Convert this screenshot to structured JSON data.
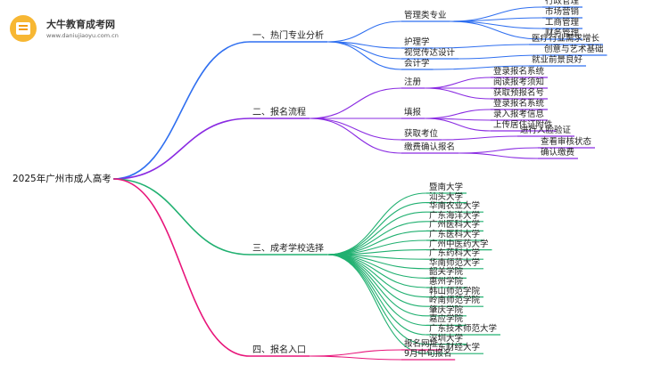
{
  "brand": {
    "name": "大牛教育成考网",
    "url": "www.daniujiaoyu.com.cn"
  },
  "mindmap": {
    "root": "2025年广州市成人高考",
    "colors": {
      "blue": "#2f6ff0",
      "purple": "#8a2be2",
      "green": "#20b070",
      "pink": "#e8157a"
    },
    "nodes": [
      {
        "id": "b1",
        "text": "一、热门专业分析",
        "parent": "root",
        "color": "blue"
      },
      {
        "id": "b1a",
        "text": "管理类专业",
        "parent": "b1",
        "color": "blue"
      },
      {
        "id": "b1a1",
        "text": "行政管理",
        "parent": "b1a",
        "color": "blue"
      },
      {
        "id": "b1a2",
        "text": "市场营销",
        "parent": "b1a",
        "color": "blue"
      },
      {
        "id": "b1a3",
        "text": "工商管理",
        "parent": "b1a",
        "color": "blue"
      },
      {
        "id": "b1a4",
        "text": "财务管理",
        "parent": "b1a",
        "color": "blue"
      },
      {
        "id": "b1b",
        "text": "护理学",
        "parent": "b1",
        "color": "blue"
      },
      {
        "id": "b1b1",
        "text": "医疗行业需求增长",
        "parent": "b1b",
        "color": "blue"
      },
      {
        "id": "b1c",
        "text": "视觉传达设计",
        "parent": "b1",
        "color": "blue"
      },
      {
        "id": "b1c1",
        "text": "创意与艺术基础",
        "parent": "b1c",
        "color": "blue"
      },
      {
        "id": "b1d",
        "text": "会计学",
        "parent": "b1",
        "color": "blue"
      },
      {
        "id": "b1d1",
        "text": "就业前景良好",
        "parent": "b1d",
        "color": "blue"
      },
      {
        "id": "b2",
        "text": "二、报名流程",
        "parent": "root",
        "color": "purple"
      },
      {
        "id": "b2a",
        "text": "注册",
        "parent": "b2",
        "color": "purple"
      },
      {
        "id": "b2a1",
        "text": "登录报名系统",
        "parent": "b2a",
        "color": "purple"
      },
      {
        "id": "b2a2",
        "text": "阅读报考须知",
        "parent": "b2a",
        "color": "purple"
      },
      {
        "id": "b2a3",
        "text": "获取预报名号",
        "parent": "b2a",
        "color": "purple"
      },
      {
        "id": "b2b",
        "text": "填报",
        "parent": "b2",
        "color": "purple"
      },
      {
        "id": "b2b1",
        "text": "登录报名系统",
        "parent": "b2b",
        "color": "purple"
      },
      {
        "id": "b2b2",
        "text": "录入报考信息",
        "parent": "b2b",
        "color": "purple"
      },
      {
        "id": "b2b3",
        "text": "上传居住证附件",
        "parent": "b2b",
        "color": "purple"
      },
      {
        "id": "b2c",
        "text": "获取考位",
        "parent": "b2",
        "color": "purple"
      },
      {
        "id": "b2c1",
        "text": "进行人脸验证",
        "parent": "b2c",
        "color": "purple"
      },
      {
        "id": "b2d",
        "text": "缴费确认报名",
        "parent": "b2",
        "color": "purple"
      },
      {
        "id": "b2d1",
        "text": "查看审核状态",
        "parent": "b2d",
        "color": "purple"
      },
      {
        "id": "b2d2",
        "text": "确认缴费",
        "parent": "b2d",
        "color": "purple"
      },
      {
        "id": "b3",
        "text": "三、成考学校选择",
        "parent": "root",
        "color": "green"
      },
      {
        "id": "b3a",
        "text": "暨南大学",
        "parent": "b3",
        "color": "green"
      },
      {
        "id": "b3b",
        "text": "汕头大学",
        "parent": "b3",
        "color": "green"
      },
      {
        "id": "b3c",
        "text": "华南农业大学",
        "parent": "b3",
        "color": "green"
      },
      {
        "id": "b3d",
        "text": "广东海洋大学",
        "parent": "b3",
        "color": "green"
      },
      {
        "id": "b3e",
        "text": "广州医科大学",
        "parent": "b3",
        "color": "green"
      },
      {
        "id": "b3f",
        "text": "广东医科大学",
        "parent": "b3",
        "color": "green"
      },
      {
        "id": "b3g",
        "text": "广州中医药大学",
        "parent": "b3",
        "color": "green"
      },
      {
        "id": "b3h",
        "text": "广东药科大学",
        "parent": "b3",
        "color": "green"
      },
      {
        "id": "b3i",
        "text": "华南师范大学",
        "parent": "b3",
        "color": "green"
      },
      {
        "id": "b3j",
        "text": "韶关学院",
        "parent": "b3",
        "color": "green"
      },
      {
        "id": "b3k",
        "text": "惠州学院",
        "parent": "b3",
        "color": "green"
      },
      {
        "id": "b3l",
        "text": "韩山师范学院",
        "parent": "b3",
        "color": "green"
      },
      {
        "id": "b3m",
        "text": "岭南师范学院",
        "parent": "b3",
        "color": "green"
      },
      {
        "id": "b3n",
        "text": "肇庆学院",
        "parent": "b3",
        "color": "green"
      },
      {
        "id": "b3o",
        "text": "嘉应学院",
        "parent": "b3",
        "color": "green"
      },
      {
        "id": "b3p",
        "text": "广东技术师范大学",
        "parent": "b3",
        "color": "green"
      },
      {
        "id": "b3q",
        "text": "深圳大学",
        "parent": "b3",
        "color": "green"
      },
      {
        "id": "b3r",
        "text": "广东财经大学",
        "parent": "b3",
        "color": "green"
      },
      {
        "id": "b4",
        "text": "四、报名入口",
        "parent": "root",
        "color": "pink"
      },
      {
        "id": "b4a",
        "text": "报名网址",
        "parent": "b4",
        "color": "pink"
      },
      {
        "id": "b4b",
        "text": "9月中旬报名",
        "parent": "b4",
        "color": "pink"
      }
    ]
  }
}
